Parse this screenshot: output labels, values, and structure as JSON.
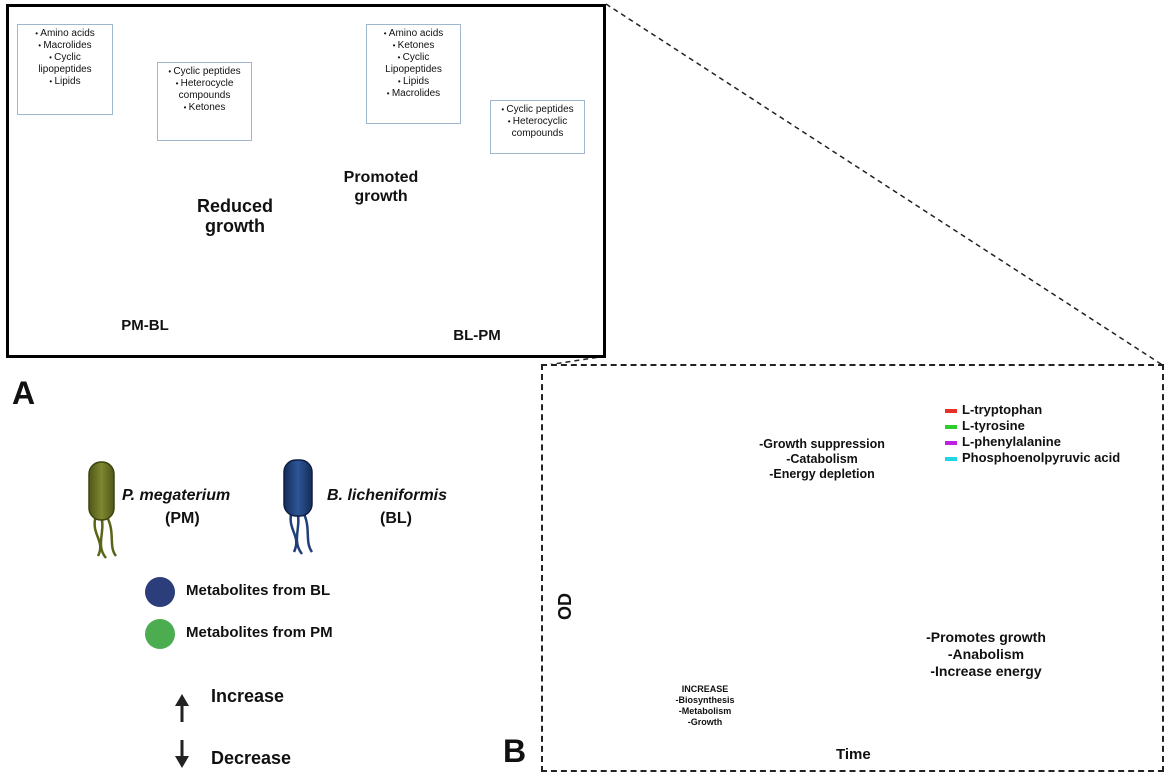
{
  "panel_a": {
    "letter": "A",
    "pmbl": {
      "label": "PM-BL",
      "increased": [
        "Amino acids",
        "Macrolides",
        "Cyclic lipopeptides",
        "Lipids"
      ],
      "decreased": [
        "Cyclic peptides",
        "Heterocycle compounds",
        "Ketones"
      ],
      "star": "Reduced growth"
    },
    "blpm": {
      "label": "BL-PM",
      "increased": [
        "Amino acids",
        "Ketones",
        "Cyclic Lipopeptides",
        "Lipids",
        "Macrolides"
      ],
      "decreased": [
        "Cyclic peptides",
        "Heterocyclic compounds"
      ],
      "star": "Promoted growth"
    }
  },
  "legend": {
    "pm_name": "P. megaterium",
    "pm_abbr": "(PM)",
    "bl_name": "B. licheniformis",
    "bl_abbr": "(BL)",
    "metab_bl": "Metabolites from BL",
    "metab_pm": "Metabolites from PM",
    "increase": "Increase",
    "decrease": "Decrease"
  },
  "panel_b": {
    "letter": "B",
    "xlabel": "Time",
    "ylabel": "OD",
    "star_top": [
      "-Growth suppression",
      "-Catabolism",
      "-Energy depletion"
    ],
    "star_bottom": [
      "-Promotes growth",
      "-Anabolism",
      "-Increase energy"
    ],
    "star_left": [
      "INCREASE",
      "-Biosynthesis",
      "-Metabolism",
      "-Growth"
    ],
    "metab_legend": [
      {
        "name": "L-tryptophan",
        "color": "#e8302a"
      },
      {
        "name": "L-tyrosine",
        "color": "#2ecc2e"
      },
      {
        "name": "L-phenylalanine",
        "color": "#c020e0"
      },
      {
        "name": "Phosphoenolpyruvic acid",
        "color": "#22d4e6"
      }
    ]
  },
  "colors": {
    "pm_body": "#6b7322",
    "bl_body": "#1f3f78",
    "metab_bl": "#2b3d7a",
    "metab_pm": "#3fa648",
    "curve": "#e0312b",
    "star": "#f7ea50"
  }
}
